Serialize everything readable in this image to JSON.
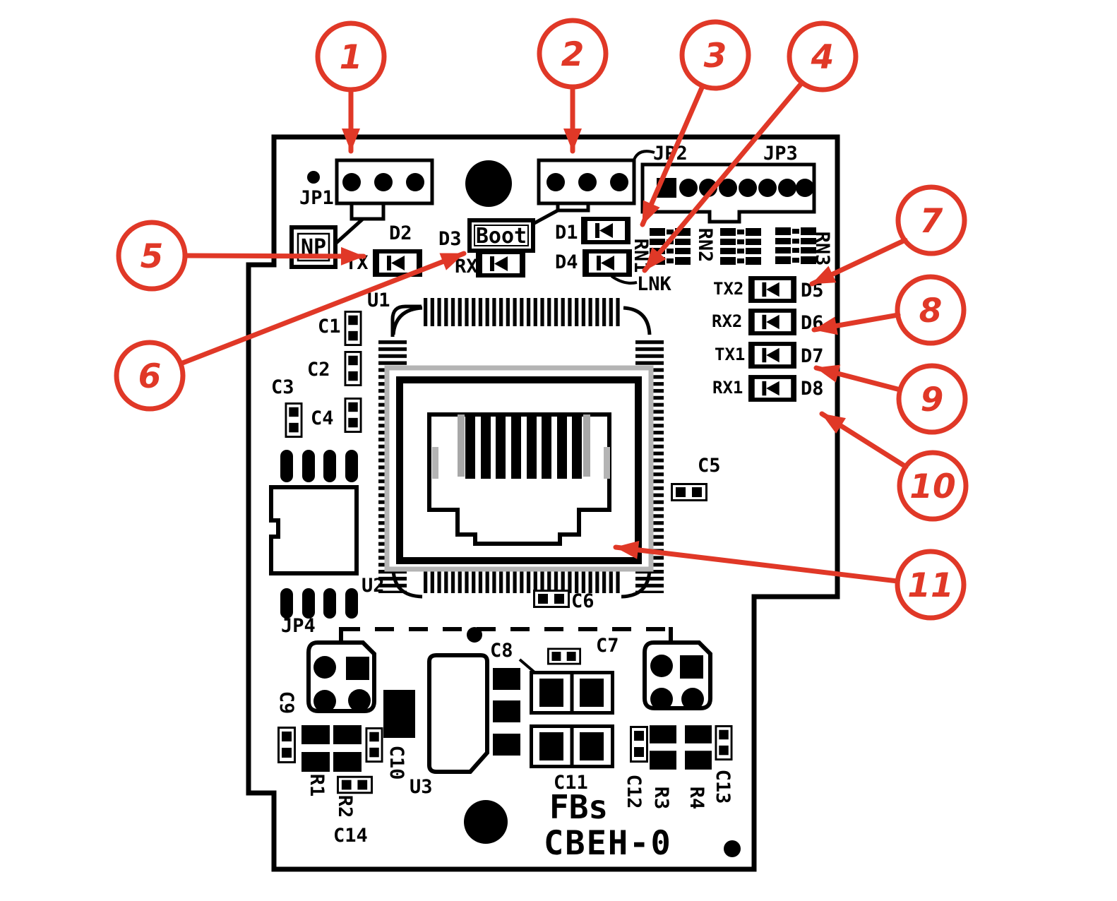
{
  "colors": {
    "annotation_red": "#e03827",
    "silkscreen_black": "#000000",
    "shadow_gray": "#b4b4b4",
    "board_white": "#ffffff"
  },
  "silkscreen": {
    "jp1": "JP1",
    "jp2": "JP2",
    "jp3": "JP3",
    "jp4": "JP4",
    "np": "NP",
    "boot": "Boot",
    "tx": "TX",
    "rx": "RX",
    "lnk": "LNK",
    "d1": "D1",
    "d2": "D2",
    "d3": "D3",
    "d4": "D4",
    "d5": "D5",
    "d6": "D6",
    "d7": "D7",
    "d8": "D8",
    "tx2": "TX2",
    "rx2": "RX2",
    "tx1": "TX1",
    "rx1": "RX1",
    "rn1": "RN1",
    "rn2": "RN2",
    "rn3": "RN3",
    "u1": "U1",
    "u2": "U2",
    "u3": "U3",
    "c1": "C1",
    "c2": "C2",
    "c3": "C3",
    "c4": "C4",
    "c5": "C5",
    "c6": "C6",
    "c7": "C7",
    "c8": "C8",
    "c9": "C9",
    "c10": "C10",
    "c11": "C11",
    "c12": "C12",
    "c13": "C13",
    "c14": "C14",
    "r1": "R1",
    "r2": "R2",
    "r3": "R3",
    "r4": "R4",
    "brand": "FBs",
    "model": "CBEH-0"
  },
  "callouts": {
    "n1": "1",
    "n2": "2",
    "n3": "3",
    "n4": "4",
    "n5": "5",
    "n6": "6",
    "n7": "7",
    "n8": "8",
    "n9": "9",
    "n10": "10",
    "n11": "11"
  }
}
